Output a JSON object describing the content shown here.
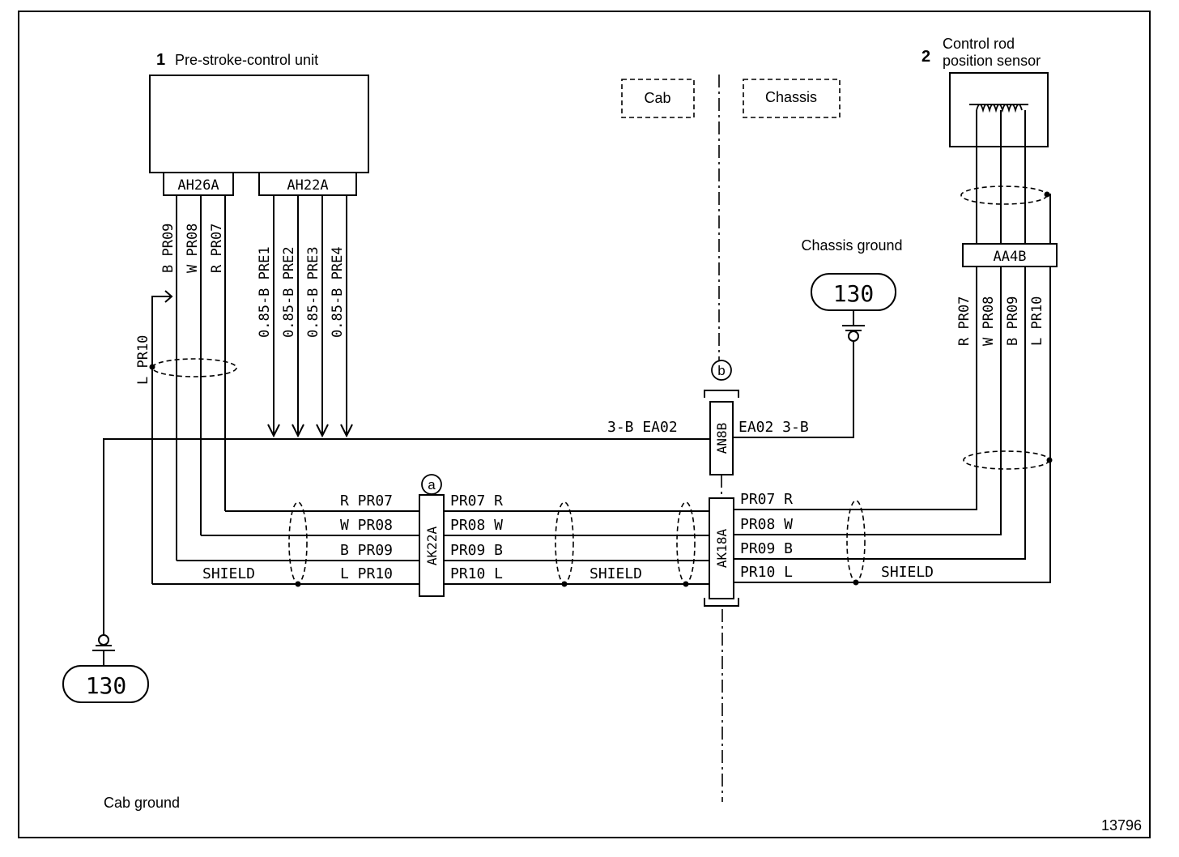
{
  "components": {
    "unit1": {
      "num": "1",
      "label": "Pre-stroke-control unit"
    },
    "unit2": {
      "num": "2",
      "line1": "Control rod",
      "line2": "position sensor"
    }
  },
  "zones": {
    "cab": "Cab",
    "chassis": "Chassis"
  },
  "connectors": {
    "ah26a": "AH26A",
    "ah22a": "AH22A",
    "aa4b": "AA4B",
    "ak22a": "AK22A",
    "ak18a": "AK18A",
    "an8b": "AN8B"
  },
  "junctions": {
    "a": "a",
    "b": "b"
  },
  "wires": {
    "pr09_v": "B PR09",
    "pr08_v": "W PR08",
    "pr07_v": "R PR07",
    "pre1": "0.85-B PRE1",
    "pre2": "0.85-B PRE2",
    "pre3": "0.85-B PRE3",
    "pre4": "0.85-B PRE4",
    "pr10_v": "L PR10",
    "r_pr07": "R PR07",
    "w_pr08": "W PR08",
    "b_pr09": "B PR09",
    "l_pr10": "L PR10",
    "pr07_r": "PR07 R",
    "pr08_w": "PR08 W",
    "pr09_b": "PR09 B",
    "pr10_l": "PR10 L",
    "ea02_left": "3-B EA02",
    "ea02_right": "EA02 3-B",
    "shield": "SHIELD",
    "s_pr07": "R PR07",
    "s_pr08": "W PR08",
    "s_pr09": "B PR09",
    "s_pr10": "L PR10"
  },
  "grounds": {
    "chassis_label": "Chassis ground",
    "chassis_num": "130",
    "cab_label": "Cab ground",
    "cab_num": "130"
  },
  "figure_number": "13796"
}
